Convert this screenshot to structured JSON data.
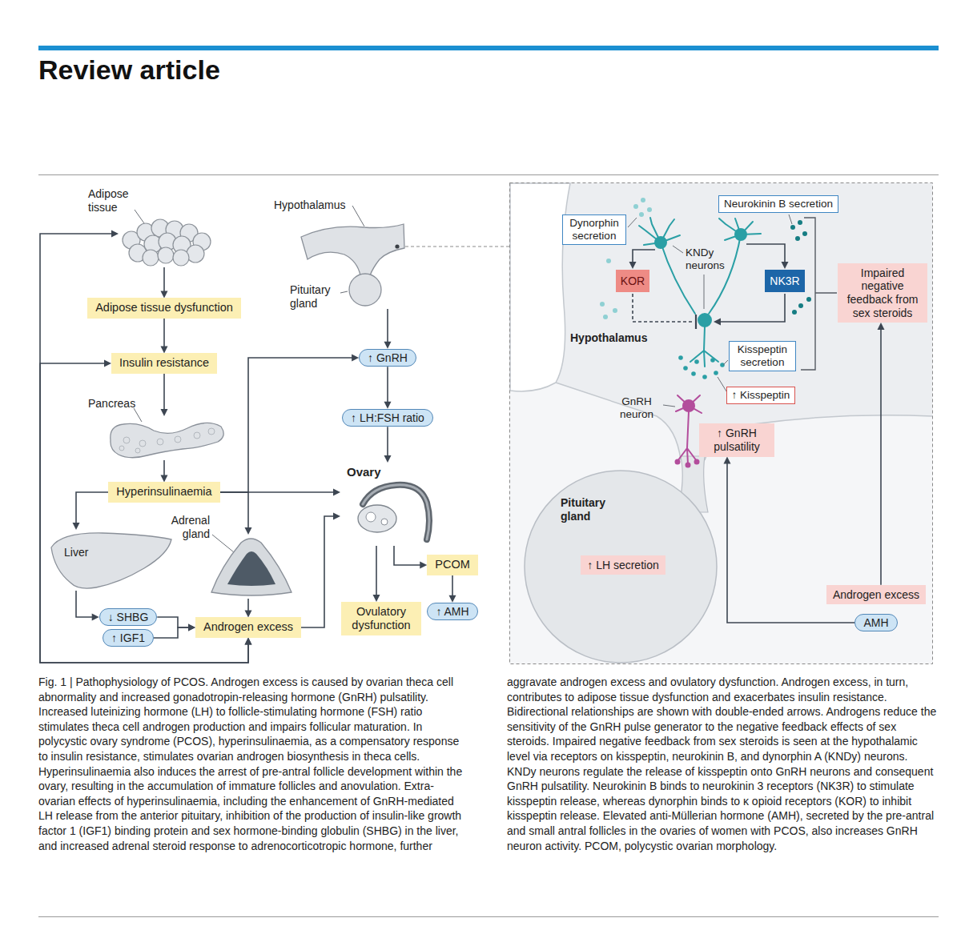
{
  "diagram": {
    "title": "Review article",
    "caption": "Fig. 1 | Pathophysiology of PCOS. Androgen excess is caused by ovarian theca cell abnormality and increased gonadotropin-releasing hormone (GnRH) pulsatility. Increased luteinizing hormone (LH) to follicle-stimulating hormone (FSH) ratio stimulates theca cell androgen production and impairs follicular maturation. In polycystic ovary syndrome (PCOS), hyperinsulinaemia, as a compensatory response to insulin resistance, stimulates ovarian androgen biosynthesis in theca cells. Hyperinsulinaemia also induces the arrest of pre-antral follicle development within the ovary, resulting in the accumulation of immature follicles and anovulation. Extra-ovarian effects of hyperinsulinaemia, including the enhancement of GnRH-mediated LH release from the anterior pituitary, inhibition of the production of insulin-like growth factor 1 (IGF1) binding protein and sex hormone-binding globulin (SHBG) in the liver, and increased adrenal steroid response to adrenocorticotropic hormone, further aggravate androgen excess and ovulatory dysfunction. Androgen excess, in turn, contributes to adipose tissue dysfunction and exacerbates insulin resistance. Bidirectional relationships are shown with double-ended arrows. Androgens reduce the sensitivity of the GnRH pulse generator to the negative feedback effects of sex steroids. Impaired negative feedback from sex steroids is seen at the hypothalamic level via receptors on kisspeptin, neurokinin B, and dynorphin A (KNDy) neurons. KNDy neurons regulate the release of kisspeptin onto GnRH neurons and consequent GnRH pulsatility. Neurokinin B binds to neurokinin 3 receptors (NK3R) to stimulate kisspeptin release, whereas dynorphin binds to κ opioid receptors (KOR) to inhibit kisspeptin release. Elevated anti-Müllerian hormone (AMH), secreted by the pre-antral and small antral follicles in the ovaries of women with PCOS, also increases GnRH neuron activity. PCOM, polycystic ovarian morphology.",
    "nodes": [
      {
        "text": [
          "Adipose tissue"
        ]
      },
      {
        "text": [
          "Hypothalamus",
          "Pituitary gland"
        ]
      },
      {
        "text": [
          "Adipose tissue dysfunction"
        ]
      },
      {
        "text": [
          "↑ GnRH"
        ]
      },
      {
        "text": [
          "Insulin resistance"
        ]
      },
      {
        "text": [
          "Pancreas"
        ]
      },
      {
        "text": [
          "↑ LH:FSH ratio"
        ]
      },
      {
        "text": [
          "Ovary"
        ]
      },
      {
        "text": [
          "Hyperinsulinaemia"
        ]
      },
      {
        "text": [
          "Liver"
        ]
      },
      {
        "text": [
          "Adrenal gland"
        ]
      },
      {
        "text": [
          "PCOM"
        ]
      },
      {
        "text": [
          "↑ AMH"
        ]
      },
      {
        "text": [
          "↓ SHBG"
        ]
      },
      {
        "text": [
          "Ovulatory dysfunction"
        ]
      },
      {
        "text": [
          "↑ IGF1"
        ]
      },
      {
        "text": [
          "Androgen excess"
        ]
      },
      {
        "text": [
          "Dynorphin secretion"
        ]
      },
      {
        "text": [
          "Neurokinin B secretion"
        ]
      },
      {
        "text": [
          "KOR"
        ]
      },
      {
        "text": [
          "NK3R"
        ]
      },
      {
        "text": [
          "Impaired negative feedback from sex steroids"
        ]
      },
      {
        "text": [
          "Kisspeptin secretion"
        ]
      },
      {
        "text": [
          "↑ Kisspeptin"
        ]
      },
      {
        "text": [
          "↑ GnRH pulsatility"
        ]
      },
      {
        "text": [
          "↑ LH secretion"
        ]
      },
      {
        "text": [
          "Androgen excess"
        ]
      },
      {
        "text": [
          "AMH"
        ]
      }
    ],
    "edges": [
      {
        "from": 0,
        "to": 2,
        "arrow": "to"
      },
      {
        "from": 2,
        "to": 4,
        "arrow": "to"
      },
      {
        "from": 4,
        "to": 5,
        "arrow": "to"
      },
      {
        "from": 5,
        "to": 8,
        "arrow": "to"
      },
      {
        "from": 8,
        "to": 9,
        "arrow": "to"
      },
      {
        "from": 9,
        "to": 13,
        "arrow": "to"
      },
      {
        "from": 13,
        "to": 16,
        "arrow": "to"
      },
      {
        "from": 15,
        "to": 16,
        "arrow": "to"
      },
      {
        "from": 8,
        "to": 7,
        "arrow": "to"
      },
      {
        "from": 8,
        "to": 3,
        "arrow": "to"
      },
      {
        "from": 8,
        "to": 10,
        "arrow": "to"
      },
      {
        "from": 10,
        "to": 16,
        "arrow": "to"
      },
      {
        "from": 16,
        "to": 7,
        "arrow": "to"
      },
      {
        "from": 16,
        "to": 0,
        "arrow": "both"
      },
      {
        "from": 16,
        "to": 4,
        "arrow": "both"
      },
      {
        "from": 1,
        "to": 3,
        "arrow": "to"
      },
      {
        "from": 3,
        "to": 6,
        "arrow": "to"
      },
      {
        "from": 6,
        "to": 7,
        "arrow": "to"
      },
      {
        "from": 7,
        "to": 14,
        "arrow": "to"
      },
      {
        "from": 7,
        "to": 11,
        "arrow": "to"
      },
      {
        "from": 11,
        "to": 12,
        "arrow": "to"
      },
      {
        "from": 26,
        "to": 21,
        "arrow": "to"
      },
      {
        "from": 27,
        "to": 24,
        "arrow": "to"
      }
    ],
    "labels": [
      "KNDy neurons",
      "Hypothalamus",
      "GnRH neuron",
      "Pituitary gland"
    ]
  }
}
